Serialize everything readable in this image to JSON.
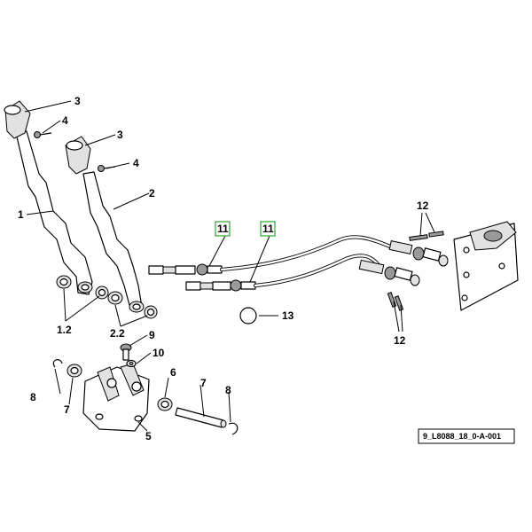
{
  "drawing_ref": "9_L8088_18_0-A-001",
  "accent_color": "#4caf50",
  "callouts": {
    "c1": "1",
    "c1_2": "1.2",
    "c2": "2",
    "c2_2": "2.2",
    "c3a": "3",
    "c3b": "3",
    "c4a": "4",
    "c4b": "4",
    "c5": "5",
    "c6": "6",
    "c7a": "7",
    "c7b": "7",
    "c8a": "8",
    "c8b": "8",
    "c9": "9",
    "c10": "10",
    "c11a": "11",
    "c11b": "11",
    "c12a": "12",
    "c12b": "12",
    "c13": "13"
  }
}
